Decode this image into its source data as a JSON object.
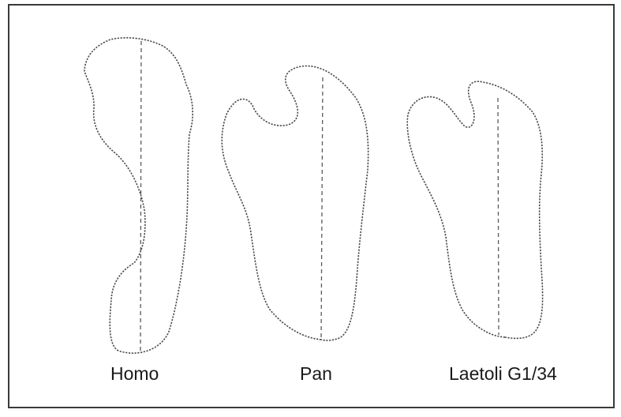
{
  "figure": {
    "footprints": [
      {
        "label": "Homo"
      },
      {
        "label": "Pan"
      },
      {
        "label": "Laetoli G1/34"
      }
    ]
  },
  "colors": {
    "background": "#ffffff",
    "frame": "#3a3a3a",
    "outline": "#4a4a4a",
    "text": "#1a1a1a"
  }
}
